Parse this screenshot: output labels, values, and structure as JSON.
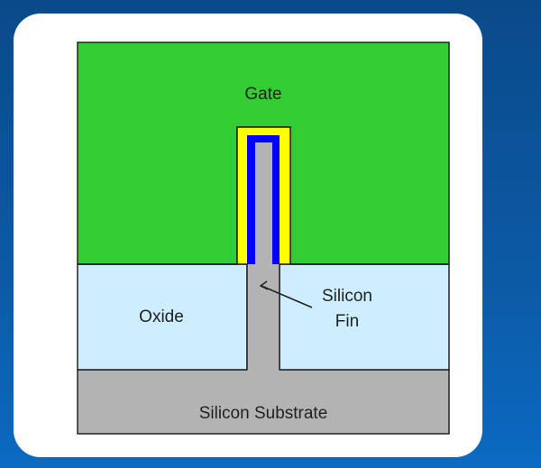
{
  "diagram": {
    "labels": {
      "gate": "Gate",
      "oxide": "Oxide",
      "fin_line1": "Silicon",
      "fin_line2": "Fin",
      "substrate": "Silicon Substrate"
    },
    "colors": {
      "background": "#0c5aa6",
      "panel": "#ffffff",
      "gate": "#33cc33",
      "gate_dielectric": "#ffff00",
      "work_function_metal": "#0000ff",
      "silicon": "#b3b3b3",
      "oxide": "#cceeff",
      "outline": "#222222"
    }
  }
}
